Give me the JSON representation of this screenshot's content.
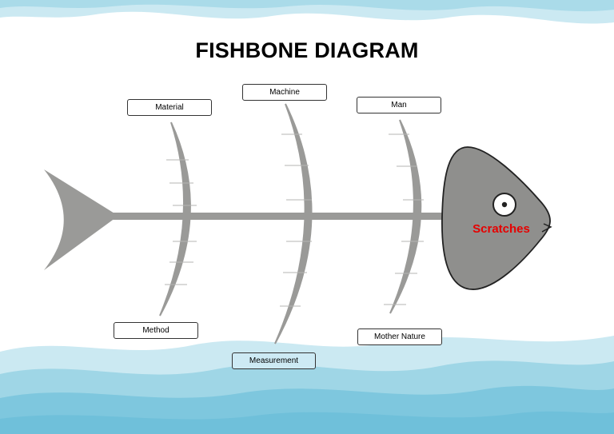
{
  "title": "FISHBONE DIAGRAM",
  "effect": "Scratches",
  "categories": {
    "material": "Material",
    "machine": "Machine",
    "man": "Man",
    "method": "Method",
    "measurement": "Measurement",
    "mother_nature": "Mother Nature"
  },
  "colors": {
    "bone": "#9a9a98",
    "head": "#8f8f8d",
    "effect_text": "#e60000",
    "wave_light": "#cbe9f2",
    "wave_mid": "#9fd6e6",
    "wave_dark": "#6fc0da",
    "highlight_box": "#cdeaf4"
  }
}
